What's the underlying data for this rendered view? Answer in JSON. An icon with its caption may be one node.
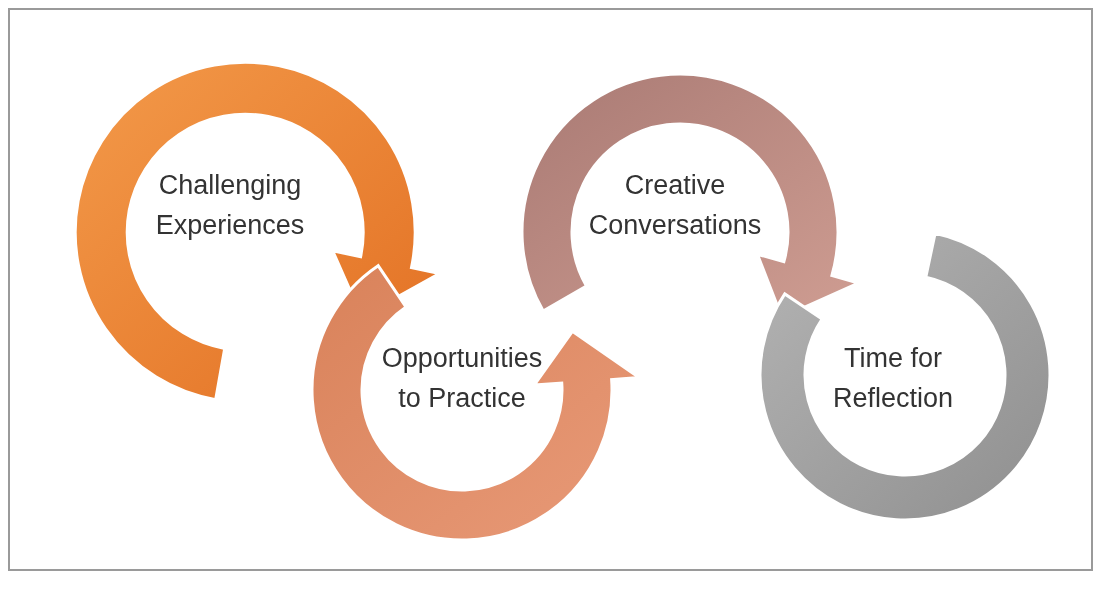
{
  "diagram": {
    "nodes": [
      {
        "text": [
          "Challenging Experiences"
        ]
      },
      {
        "text": [
          "Opportunities to Practice"
        ]
      },
      {
        "text": [
          "Creative Conversations"
        ]
      },
      {
        "text": [
          "Time for Reflection"
        ]
      }
    ]
  }
}
